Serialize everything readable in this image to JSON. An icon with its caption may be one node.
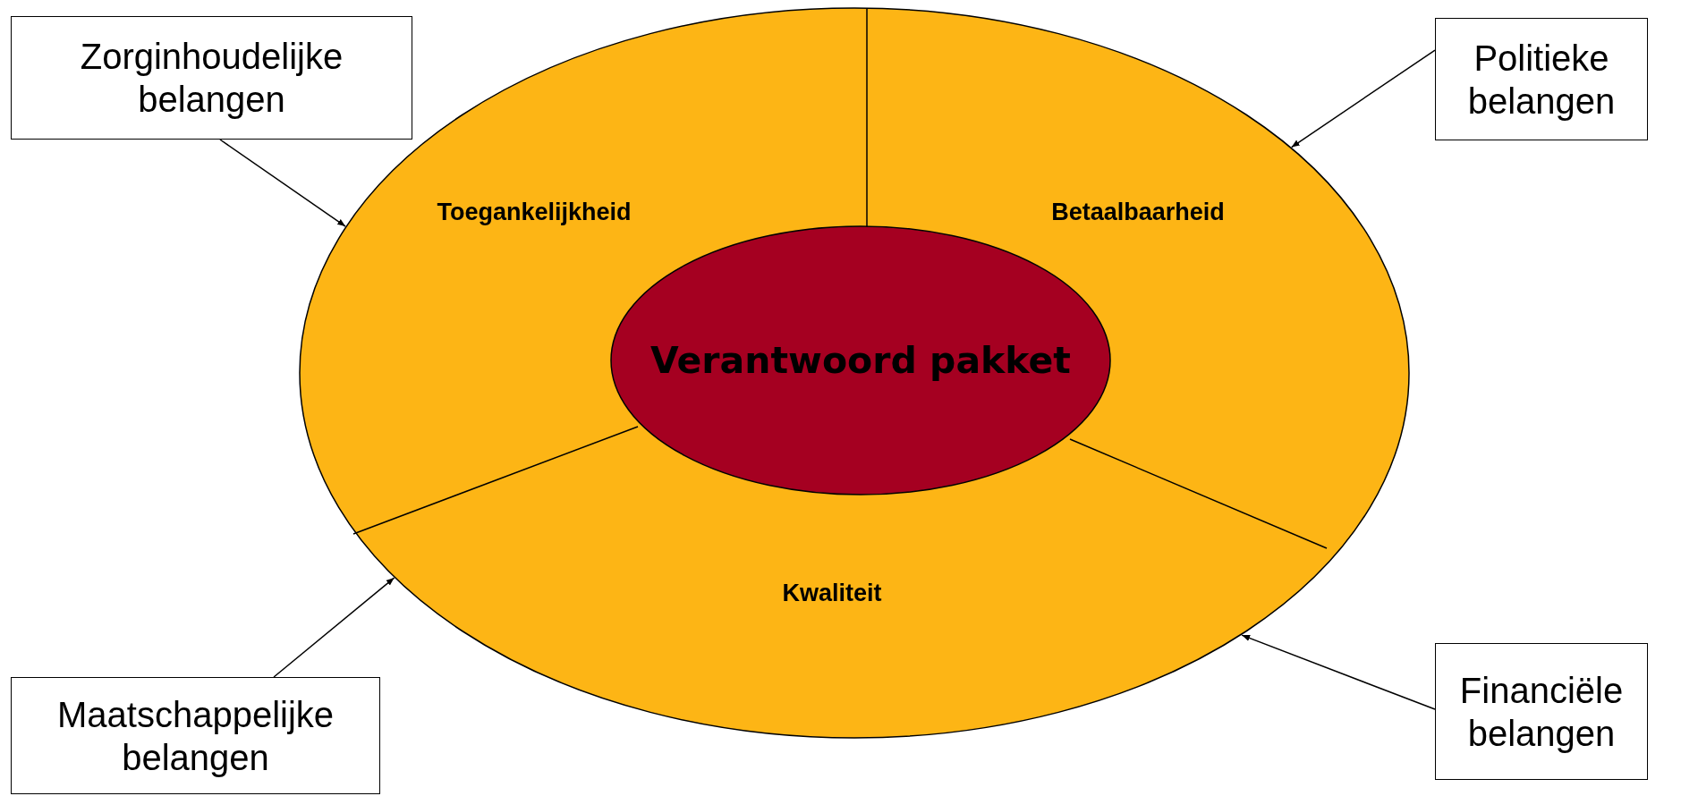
{
  "diagram": {
    "nodes": [
      {
        "text": [],
        "shape": "circle"
      },
      {
        "text": [
          "Verantwoord pakket"
        ],
        "in": 0
      },
      {
        "text": [
          "Zorginhoudelijke belangen"
        ]
      },
      {
        "text": [
          "Politieke belangen"
        ]
      },
      {
        "text": [
          "Maatschappelijke belangen"
        ]
      },
      {
        "text": [
          "Financiële belangen"
        ]
      }
    ],
    "edges": [
      {
        "from": 2,
        "to": 0,
        "arrow": "to"
      },
      {
        "from": 3,
        "to": 0,
        "arrow": "to"
      },
      {
        "from": 4,
        "to": 0,
        "arrow": "to"
      },
      {
        "from": 5,
        "to": 0,
        "arrow": "to"
      }
    ],
    "labels": [
      "Toegankelijkheid",
      "Betaalbaarheid",
      "Kwaliteit"
    ]
  }
}
